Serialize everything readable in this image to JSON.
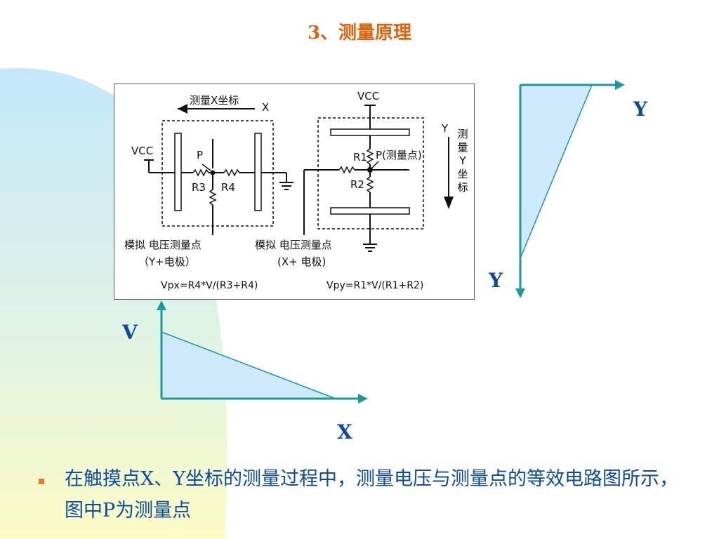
{
  "title": "3、测量原理",
  "circuit": {
    "x_measure_label": "测量X坐标",
    "x_axis": "X",
    "vcc_left": "VCC",
    "vcc_right": "VCC",
    "p_left": "P",
    "r3": "R3",
    "r4": "R4",
    "r1": "R1",
    "r2": "R2",
    "p_right": "P(测量点)",
    "y_axis": "Y",
    "y_measure_chars": [
      "测",
      "量",
      "Y",
      "坐",
      "标"
    ],
    "left_point_label": "模拟 电压测量点",
    "left_electrode": "（Y+电极）",
    "right_point_label": "模拟 电压测量点",
    "right_electrode": "(X+ 电极)",
    "formula_x": "Vpx=R4*V/(R3+R4)",
    "formula_y": "Vpy=R1*V/(R1+R2)"
  },
  "graph_right": {
    "top_label": "Y",
    "bottom_label": "Y"
  },
  "graph_bottom": {
    "v_label": "V",
    "x_label": "X"
  },
  "colors": {
    "title": "#e0620c",
    "text": "#0c4a9e",
    "axis": "#1a9a9a",
    "fill": "#cde9fb",
    "bullet": "#e87a2a"
  },
  "body": {
    "text": "在触摸点X、Y坐标的测量过程中，测量电压与测量点的等效电路图所示，图中P为测量点"
  }
}
